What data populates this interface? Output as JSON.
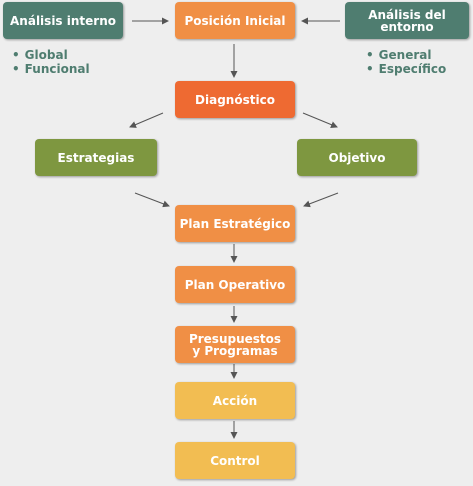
{
  "colors": {
    "background": "#eeeeee",
    "teal": "#4f7d70",
    "orange": "#f08f45",
    "red_orange": "#ee6a32",
    "olive": "#7e9740",
    "yellow": "#f2bd52",
    "arrow": "#555555",
    "list_text": "#4f7d70"
  },
  "boxes": {
    "analisis_interno": "Análisis interno",
    "posicion_inicial": "Posición Inicial",
    "analisis_entorno": "Análisis del entorno",
    "diagnostico": "Diagnóstico",
    "estrategias": "Estrategias",
    "objetivo": "Objetivo",
    "plan_estrategico": "Plan Estratégico",
    "plan_operativo": "Plan Operativo",
    "presupuestos_line1": "Presupuestos",
    "presupuestos_line2": "y Programas",
    "accion": "Acción",
    "control": "Control"
  },
  "interno_list": [
    "Global",
    "Funcional"
  ],
  "entorno_list": [
    "General",
    "Específico"
  ],
  "bullet": "•"
}
